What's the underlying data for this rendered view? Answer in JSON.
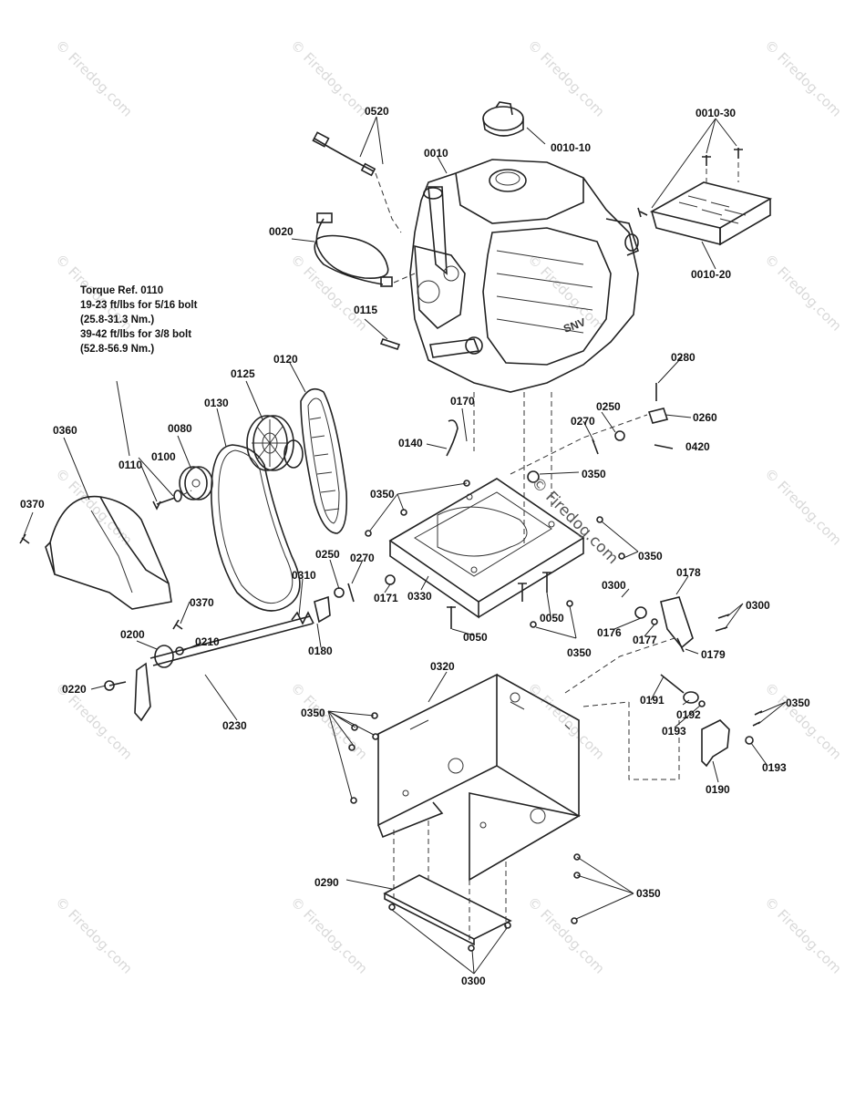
{
  "watermark": {
    "text": "© Firedog.com"
  },
  "torque_note": {
    "title": "Torque Ref. 0110",
    "line1": "19-23 ft/lbs for 5/16 bolt",
    "line2": "(25.8-31.3 Nm.)",
    "line3": "39-42 ft/lbs for 3/8 bolt",
    "line4": "(52.8-56.9 Nm.)"
  },
  "parts": {
    "p0520": "0520",
    "p0010": "0010",
    "p0010_10": "0010-10",
    "p0010_30": "0010-30",
    "p0010_20": "0010-20",
    "p0020": "0020",
    "p0115": "0115",
    "p0120": "0120",
    "p0125": "0125",
    "p0130": "0130",
    "p0080": "0080",
    "p0100": "0100",
    "p0110": "0110",
    "p0360": "0360",
    "p0370a": "0370",
    "p0370b": "0370",
    "p0170": "0170",
    "p0140": "0140",
    "p0280": "0280",
    "p0250a": "0250",
    "p0260": "0260",
    "p0270a": "0270",
    "p0420": "0420",
    "p0350a": "0350",
    "p0350b": "0350",
    "p0350c": "0350",
    "p0350d": "0350",
    "p0350e": "0350",
    "p0350f": "0350",
    "p0350g": "0350",
    "p0250b": "0250",
    "p0270b": "0270",
    "p0310": "0310",
    "p0171": "0171",
    "p0330": "0330",
    "p0300a": "0300",
    "p0178": "0178",
    "p0300b": "0300",
    "p0050a": "0050",
    "p0050b": "0050",
    "p0176": "0176",
    "p0177": "0177",
    "p0179": "0179",
    "p0180": "0180",
    "p0200": "0200",
    "p0210": "0210",
    "p0220": "0220",
    "p0230": "0230",
    "p0320": "0320",
    "p0191": "0191",
    "p0192": "0192",
    "p0193a": "0193",
    "p0193b": "0193",
    "p0190": "0190",
    "p0290": "0290",
    "p0300c": "0300"
  }
}
